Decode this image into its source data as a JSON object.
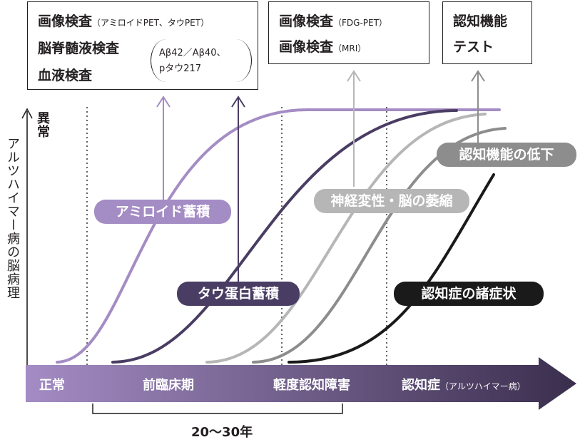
{
  "colors": {
    "amyloid": "#a48cc4",
    "tau": "#4a3d63",
    "neuro": "#b7b6b6",
    "cognitive": "#8d8d8d",
    "symptoms": "#1a1a1a",
    "axis_start": "#a48cc4",
    "axis_end": "#3a2e4d"
  },
  "boxes": {
    "box1": {
      "line1_main": "画像検査",
      "line1_sub": "（アミロイドPET、タウPET）",
      "line2_main": "脳脊髄液検査",
      "paren_line1": "Aβ42／Aβ40、",
      "paren_line2": "pタウ217",
      "line3_main": "血液検査"
    },
    "box2": {
      "line1_main": "画像検査",
      "line1_sub": "（FDG-PET）",
      "line2_main": "画像検査",
      "line2_sub": "（MRI）"
    },
    "box3": {
      "line1": "認知機能",
      "line2": "テスト"
    }
  },
  "y_axis": {
    "top_label": "異常",
    "title": "アルツハイマー病の脳病理"
  },
  "curve_labels": {
    "amyloid": "アミロイド蓄積",
    "tau": "タウ蛋白蓄積",
    "neuro": "神経変性・脳の萎縮",
    "cognitive": "認知機能の低下",
    "symptoms": "認知症の諸症状"
  },
  "stages": {
    "normal": "正常",
    "preclinical": "前臨床期",
    "mci": "軽度認知障害",
    "dementia": "認知症",
    "dementia_sub": "（アルツハイマー病）"
  },
  "duration_label": "20〜30年"
}
